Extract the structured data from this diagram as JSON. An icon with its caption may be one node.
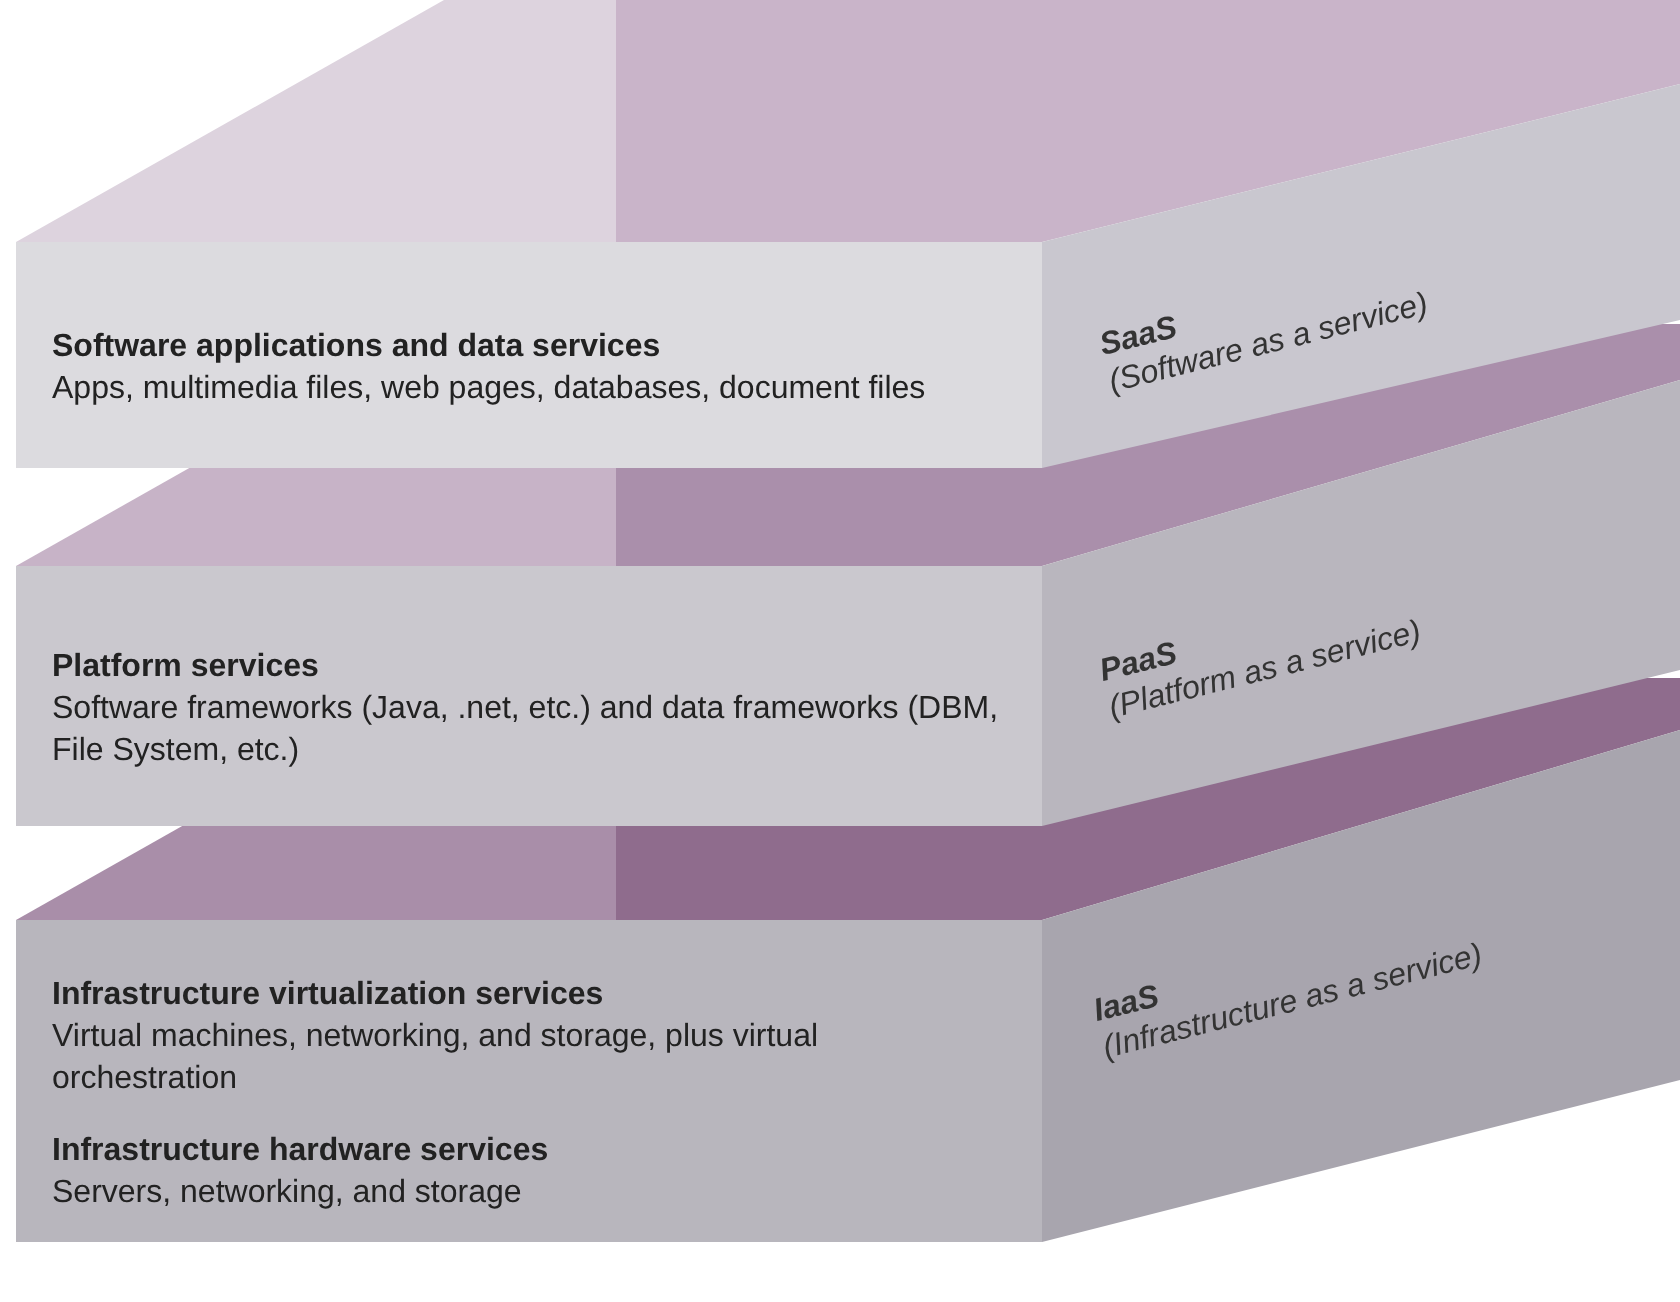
{
  "diagram": {
    "nodes": [
      {
        "text": [
          "Software applications and data services",
          "Apps, multimedia files, web pages, databases, document files"
        ]
      },
      {
        "text": [
          "SaaS",
          "(Software as a service)"
        ]
      },
      {
        "text": [
          "Platform services",
          "Software frameworks (Java, .net, etc.) and data frameworks (DBM, File System, etc.)"
        ]
      },
      {
        "text": [
          "PaaS",
          "(Platform as a service)"
        ]
      },
      {
        "text": [
          "Infrastructure virtualization services",
          "Virtual machines, networking, and storage, plus virtual orchestration",
          "Infrastructure hardware services",
          "Servers, networking, and storage"
        ]
      },
      {
        "text": [
          "IaaS",
          "(Infrastructure as a service)"
        ]
      }
    ]
  }
}
